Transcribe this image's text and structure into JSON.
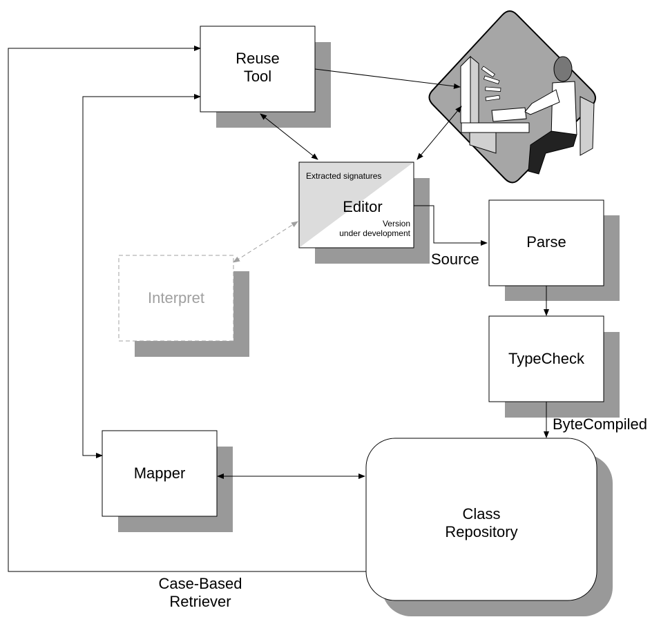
{
  "nodes": {
    "reuse_tool": {
      "label_1": "Reuse",
      "label_2": "Tool"
    },
    "editor": {
      "label": "Editor",
      "corner_label": "Extracted signatures",
      "note_1": "Version",
      "note_2": "under development"
    },
    "parse": {
      "label": "Parse"
    },
    "typecheck": {
      "label": "TypeCheck"
    },
    "interpret": {
      "label": "Interpret"
    },
    "mapper": {
      "label": "Mapper"
    },
    "class_repository": {
      "label_1": "Class",
      "label_2": "Repository"
    }
  },
  "edge_labels": {
    "source": "Source",
    "bytecompiled": "ByteCompiled",
    "case_based_1": "Case-Based",
    "case_based_2": "Retriever"
  },
  "icons": {
    "user": "user-at-computer-icon"
  },
  "colors": {
    "shadow": "#999999",
    "interpret_gray": "#a0a0a0",
    "editor_fill": "#dcdcdc",
    "icon_bg": "#a6a6a6"
  }
}
